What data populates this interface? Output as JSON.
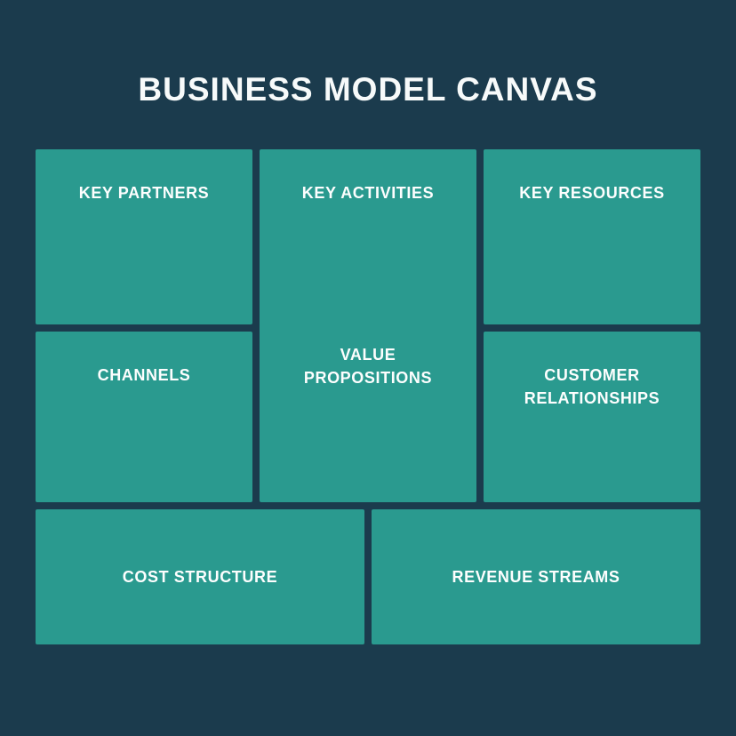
{
  "title": "BUSINESS MODEL CANVAS",
  "colors": {
    "background": "#1b3b4d",
    "cell": "#2a9a8f",
    "text": "#ffffff"
  },
  "cells": {
    "key_partners": "KEY PARTNERS",
    "key_activities": "KEY ACTIVITIES",
    "key_resources": "KEY RESOURCES",
    "channels": "CHANNELS",
    "value_propositions": "VALUE PROPOSITIONS",
    "customer_relationships": "CUSTOMER RELATIONSHIPS",
    "cost_structure": "COST STRUCTURE",
    "revenue_streams": "REVENUE STREAMS"
  }
}
